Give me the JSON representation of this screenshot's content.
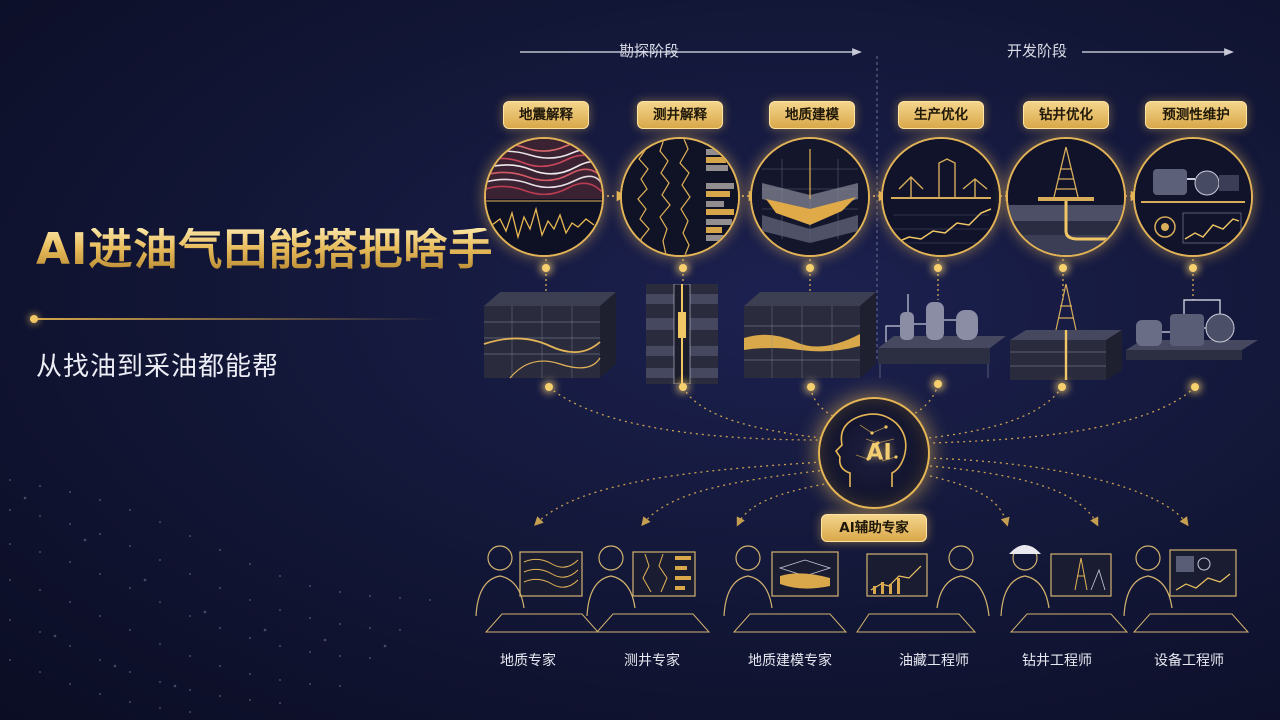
{
  "title": {
    "main": "AI进油气田能搭把啥手",
    "sub": "从找油到采油都能帮"
  },
  "phases": [
    {
      "label": "勘探阶段"
    },
    {
      "label": "开发阶段"
    }
  ],
  "stages": [
    {
      "label": "地震解释"
    },
    {
      "label": "测井解释"
    },
    {
      "label": "地质建模"
    },
    {
      "label": "生产优化"
    },
    {
      "label": "钻井优化"
    },
    {
      "label": "预测性维护"
    }
  ],
  "hub": {
    "label": "AI",
    "tag": "AI辅助专家"
  },
  "roles": [
    {
      "label": "地质专家"
    },
    {
      "label": "测井专家"
    },
    {
      "label": "地质建模专家"
    },
    {
      "label": "油藏工程师"
    },
    {
      "label": "钻井工程师"
    },
    {
      "label": "设备工程师"
    }
  ],
  "colors": {
    "accent": "#e2b357",
    "background": "#131738",
    "text": "#e6e6ef"
  }
}
